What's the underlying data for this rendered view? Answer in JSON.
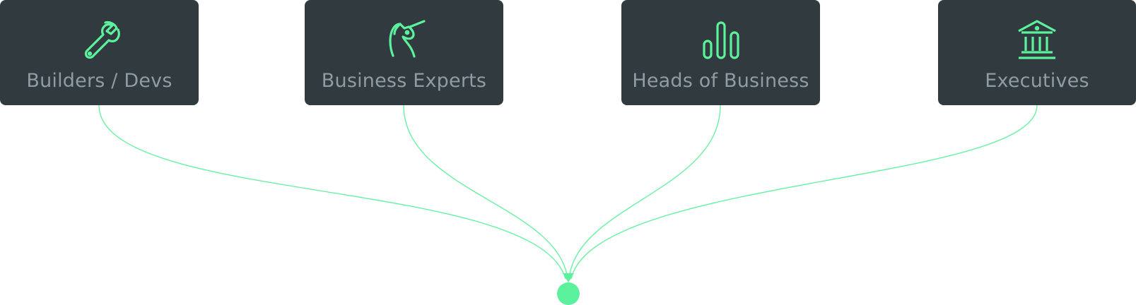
{
  "colors": {
    "card_background": "#313a3e",
    "label_text": "#8e9ca4",
    "accent": "#5cf29d"
  },
  "cards": [
    {
      "label": "Builders / Devs",
      "icon": "wrench-icon"
    },
    {
      "label": "Business Experts",
      "icon": "unicorn-icon"
    },
    {
      "label": "Heads of Business",
      "icon": "bar-chart-icon"
    },
    {
      "label": "Executives",
      "icon": "bank-icon"
    }
  ],
  "target": {
    "shape": "circle",
    "icon": "target-dot"
  }
}
